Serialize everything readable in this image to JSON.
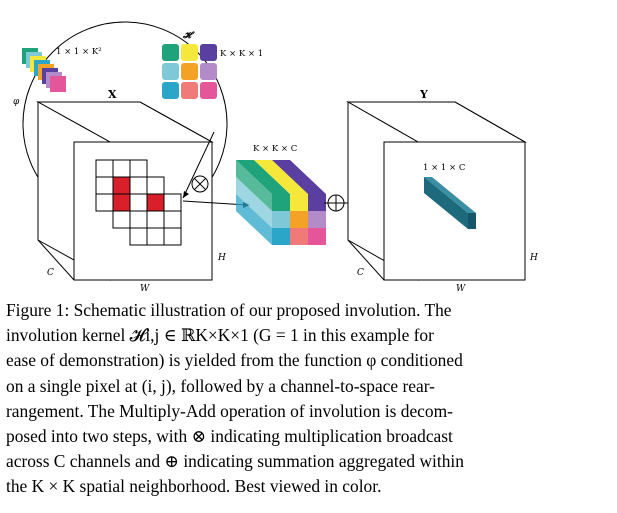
{
  "diagram": {
    "kernel_label_phi": "1 × 1 × K²",
    "kernel_label_H": "K × K × 1",
    "H_symbol": "𝓗",
    "phi_symbol": "φ",
    "input_name": "X",
    "output_name": "Y",
    "mid_label": "K × K × C",
    "out_label": "1 × 1 × C",
    "H_dim": "H",
    "W_dim": "W",
    "C_dim": "C",
    "multiply_symbol": "⊗",
    "add_symbol": "⊕",
    "colors": {
      "green": "#1fa37a",
      "yellow": "#f5e83a",
      "purple": "#5b3fa0",
      "cyan": "#7ec8d8",
      "orange": "#f4a226",
      "lavender": "#b28bc8",
      "blue": "#2ba6c8",
      "salmon": "#f07a78",
      "pink": "#e5559a",
      "red": "#d9202a",
      "teal": "#1c6a7c"
    }
  },
  "caption": {
    "lines": [
      "Figure 1: Schematic illustration of our proposed involution. The",
      "involution kernel 𝓗i,j ∈ ℝK×K×1 (G = 1 in this example for",
      "ease of demonstration) is yielded from the function φ conditioned",
      "on a single pixel at (i, j), followed by a channel-to-space rear-",
      "rangement. The Multiply-Add operation of involution is decom-",
      "posed into two steps, with ⊗ indicating multiplication broadcast",
      "across C channels and ⊕ indicating summation aggregated within",
      "the K × K spatial neighborhood. Best viewed in color."
    ]
  }
}
